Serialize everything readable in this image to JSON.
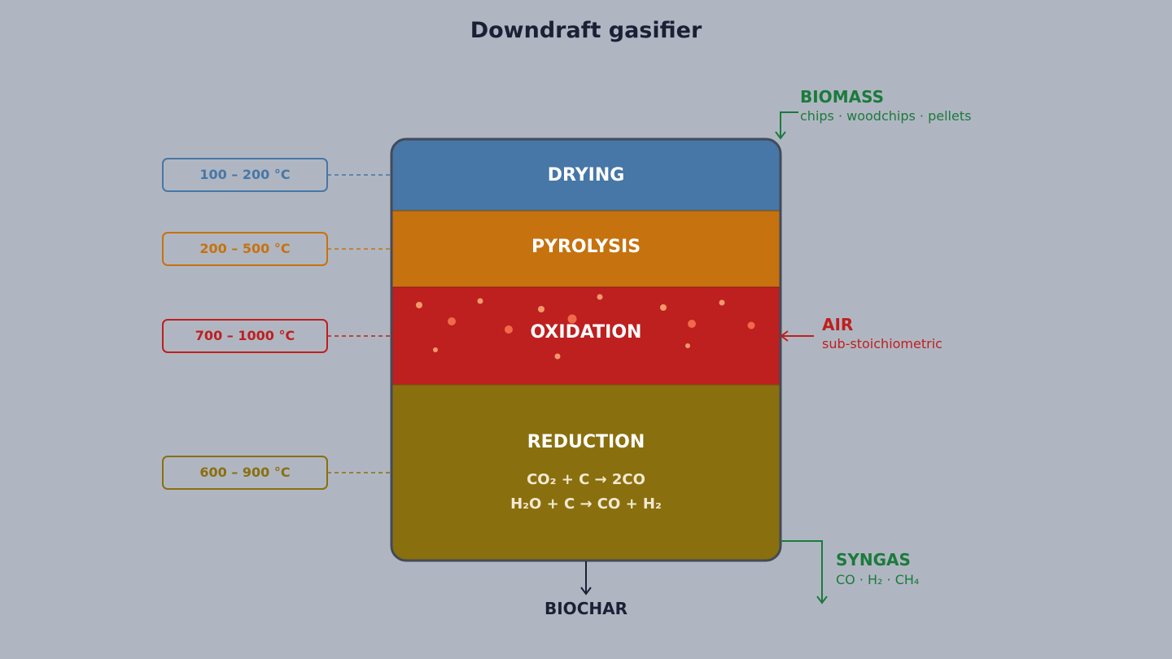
{
  "title": "Downdraft gasifier",
  "zones": [
    {
      "label": "DRYING",
      "temp": "100 – 200 °C",
      "color": "#4677a6"
    },
    {
      "label": "PYROLYSIS",
      "temp": "200 – 500 °C",
      "color": "#c6720f"
    },
    {
      "label": "OXIDATION",
      "temp": "700 – 1000 °C",
      "color": "#be1f1f"
    },
    {
      "label": "REDUCTION",
      "temp": "600 – 900 °C",
      "color": "#8a6f0e"
    }
  ],
  "reactions": [
    "CO₂ + C → 2CO",
    "H₂O + C → CO + H₂"
  ],
  "inputs": {
    "biomass": {
      "title": "BIOMASS",
      "sub": "chips · woodchips · pellets",
      "color": "#1b7a3d"
    },
    "air": {
      "title": "AIR",
      "sub": "sub-stoichiometric",
      "color": "#be1f1f"
    }
  },
  "outputs": {
    "syngas": {
      "title": "SYNGAS",
      "sub": "CO · H₂ · CH₄",
      "color": "#1b7a3d"
    },
    "biochar": {
      "title": "BIOCHAR",
      "color": "#1b2036"
    }
  },
  "temp_label_colors": [
    "#4677a6",
    "#c6720f",
    "#be1f1f",
    "#8a6f0e"
  ]
}
